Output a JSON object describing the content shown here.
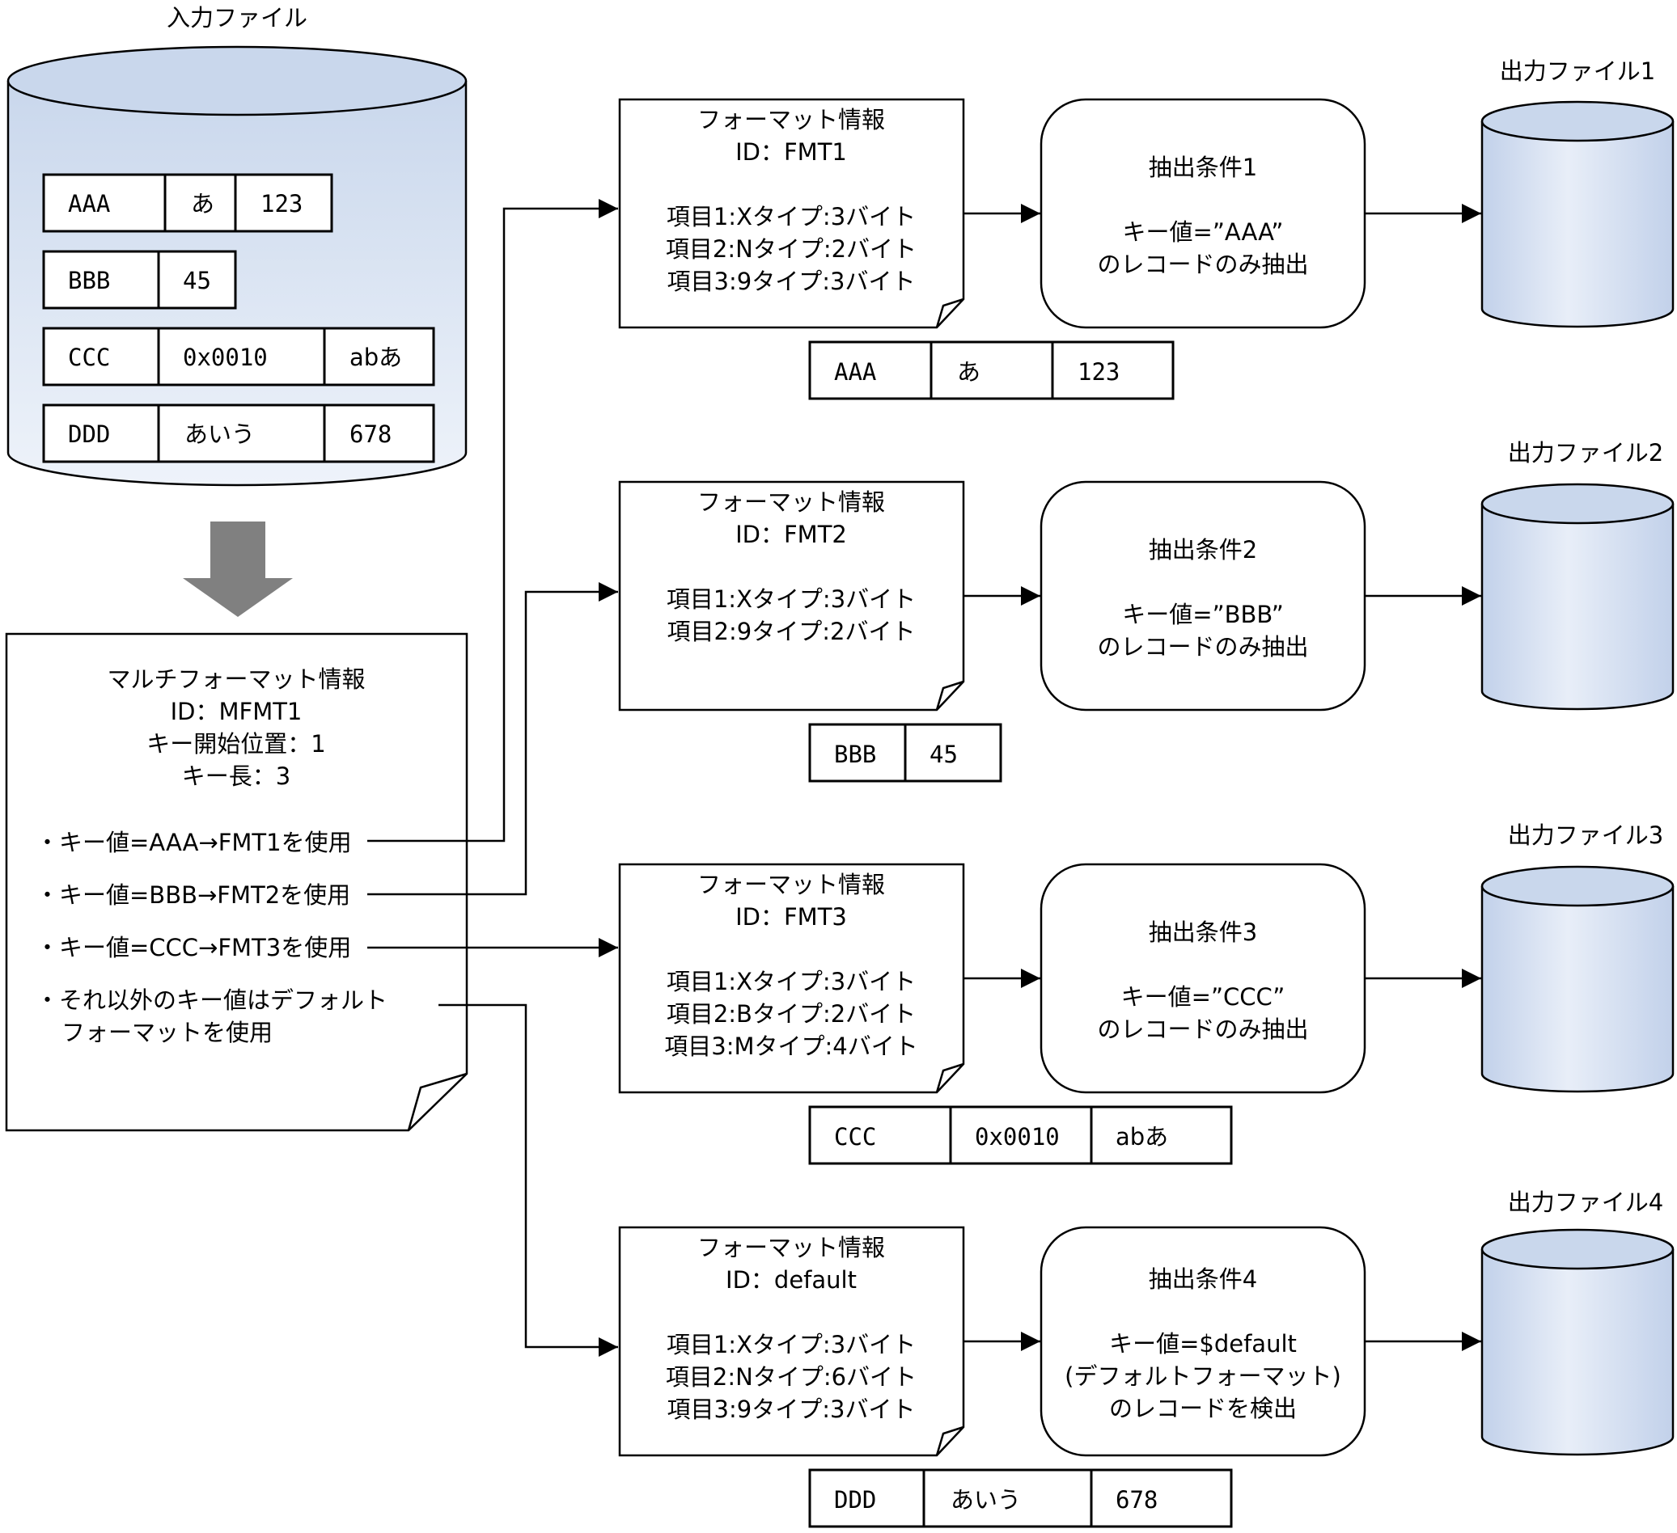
{
  "input_file": {
    "label": "入力ファイル",
    "records": [
      [
        "AAA",
        "あ",
        "123"
      ],
      [
        "BBB",
        "45"
      ],
      [
        "CCC",
        "0x0010",
        "abあ"
      ],
      [
        "DDD",
        "あいう",
        "678"
      ]
    ]
  },
  "multi_format": {
    "lines": [
      "マルチフォーマット情報",
      "ID：MFMT1",
      "キー開始位置：1",
      "キー長：3"
    ],
    "rules": [
      "・キー値=AAA→FMT1を使用",
      "・キー値=BBB→FMT2を使用",
      "・キー値=CCC→FMT3を使用",
      "・それ以外のキー値はデフォルト",
      "フォーマットを使用"
    ]
  },
  "rows": [
    {
      "format": {
        "title": "フォーマット情報",
        "id": "ID：FMT1",
        "items": [
          "項目1:Xタイプ:3バイト",
          "項目2:Nタイプ:2バイト",
          "項目3:9タイプ:3バイト"
        ]
      },
      "condition": [
        "抽出条件1",
        "",
        "キー値=”AAA”",
        "のレコードのみ抽出"
      ],
      "output_label": "出力ファイル1",
      "record": [
        "AAA",
        "あ",
        "123"
      ]
    },
    {
      "format": {
        "title": "フォーマット情報",
        "id": "ID：FMT2",
        "items": [
          "項目1:Xタイプ:3バイト",
          "項目2:9タイプ:2バイト"
        ]
      },
      "condition": [
        "抽出条件2",
        "",
        "キー値=”BBB”",
        "のレコードのみ抽出"
      ],
      "output_label": "出力ファイル2",
      "record": [
        "BBB",
        "45"
      ]
    },
    {
      "format": {
        "title": "フォーマット情報",
        "id": "ID：FMT3",
        "items": [
          "項目1:Xタイプ:3バイト",
          "項目2:Bタイプ:2バイト",
          "項目3:Mタイプ:4バイト"
        ]
      },
      "condition": [
        "抽出条件3",
        "",
        "キー値=”CCC”",
        "のレコードのみ抽出"
      ],
      "output_label": "出力ファイル3",
      "record": [
        "CCC",
        "0x0010",
        "abあ"
      ]
    },
    {
      "format": {
        "title": "フォーマット情報",
        "id": "ID：default",
        "items": [
          "項目1:Xタイプ:3バイト",
          "項目2:Nタイプ:6バイト",
          "項目3:9タイプ:3バイト"
        ]
      },
      "condition": [
        "抽出条件4",
        "",
        "キー値=$default",
        "(デフォルトフォーマット)",
        "のレコードを検出"
      ],
      "output_label": "出力ファイル4",
      "record": [
        "DDD",
        "あいう",
        "678"
      ]
    }
  ],
  "colors": {
    "cylinder_top": "#c9d7ec",
    "cylinder_bottom": "#eef3fa",
    "arrow_gray": "#808080",
    "stroke": "#000000"
  }
}
